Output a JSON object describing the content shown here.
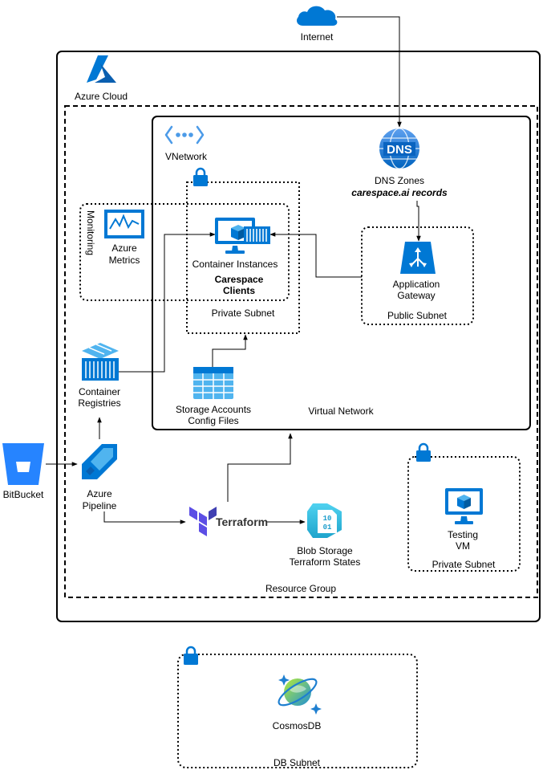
{
  "labels": {
    "internet": "Internet",
    "azure_cloud": "Azure Cloud",
    "vnetwork": "VNetwork",
    "dns_zones": "DNS Zones",
    "dns_records": "carespace.ai records",
    "dns_badge": "DNS",
    "monitoring": "Monitoring",
    "azure_metrics_line1": "Azure",
    "azure_metrics_line2": "Metrics",
    "container_instances": "Container Instances",
    "carespace_clients_line1": "Carespace",
    "carespace_clients_line2": "Clients",
    "private_subnet_main": "Private Subnet",
    "application_gateway_line1": "Application",
    "application_gateway_line2": "Gateway",
    "public_subnet": "Public Subnet",
    "container_registries_line1": "Container",
    "container_registries_line2": "Registries",
    "storage_accounts_line1": "Storage Accounts",
    "storage_accounts_line2": "Config Files",
    "virtual_network": "Virtual Network",
    "bitbucket": "BitBucket",
    "azure_pipeline_line1": "Azure",
    "azure_pipeline_line2": "Pipeline",
    "terraform": "Terraform",
    "blob_storage_line1": "Blob Storage",
    "blob_storage_line2": "Terraform States",
    "blob_badge_line1": "10",
    "blob_badge_line2": "01",
    "testing_vm_line1": "Testing",
    "testing_vm_line2": "VM",
    "private_subnet_testing": "Private Subnet",
    "resource_group": "Resource Group",
    "cosmosdb": "CosmosDB",
    "db_subnet": "DB Subnet"
  },
  "colors": {
    "azure_blue": "#0078d4",
    "azure_light_blue": "#50b4ef",
    "bitbucket_blue": "#2684ff",
    "terraform_purple": "#5c4ee5",
    "blob_teal": "#32bedd",
    "cosmos_green": "#7fba00",
    "vnet_blue": "#4c9be8"
  },
  "icons": [
    "cloud-icon",
    "azure-logo-icon",
    "vnet-icon",
    "dns-icon",
    "metrics-icon",
    "container-instances-icon",
    "application-gateway-icon",
    "container-registry-icon",
    "storage-table-icon",
    "bitbucket-icon",
    "azure-pipeline-icon",
    "terraform-logo-icon",
    "blob-storage-icon",
    "vm-icon",
    "cosmosdb-icon",
    "lock-icon"
  ]
}
